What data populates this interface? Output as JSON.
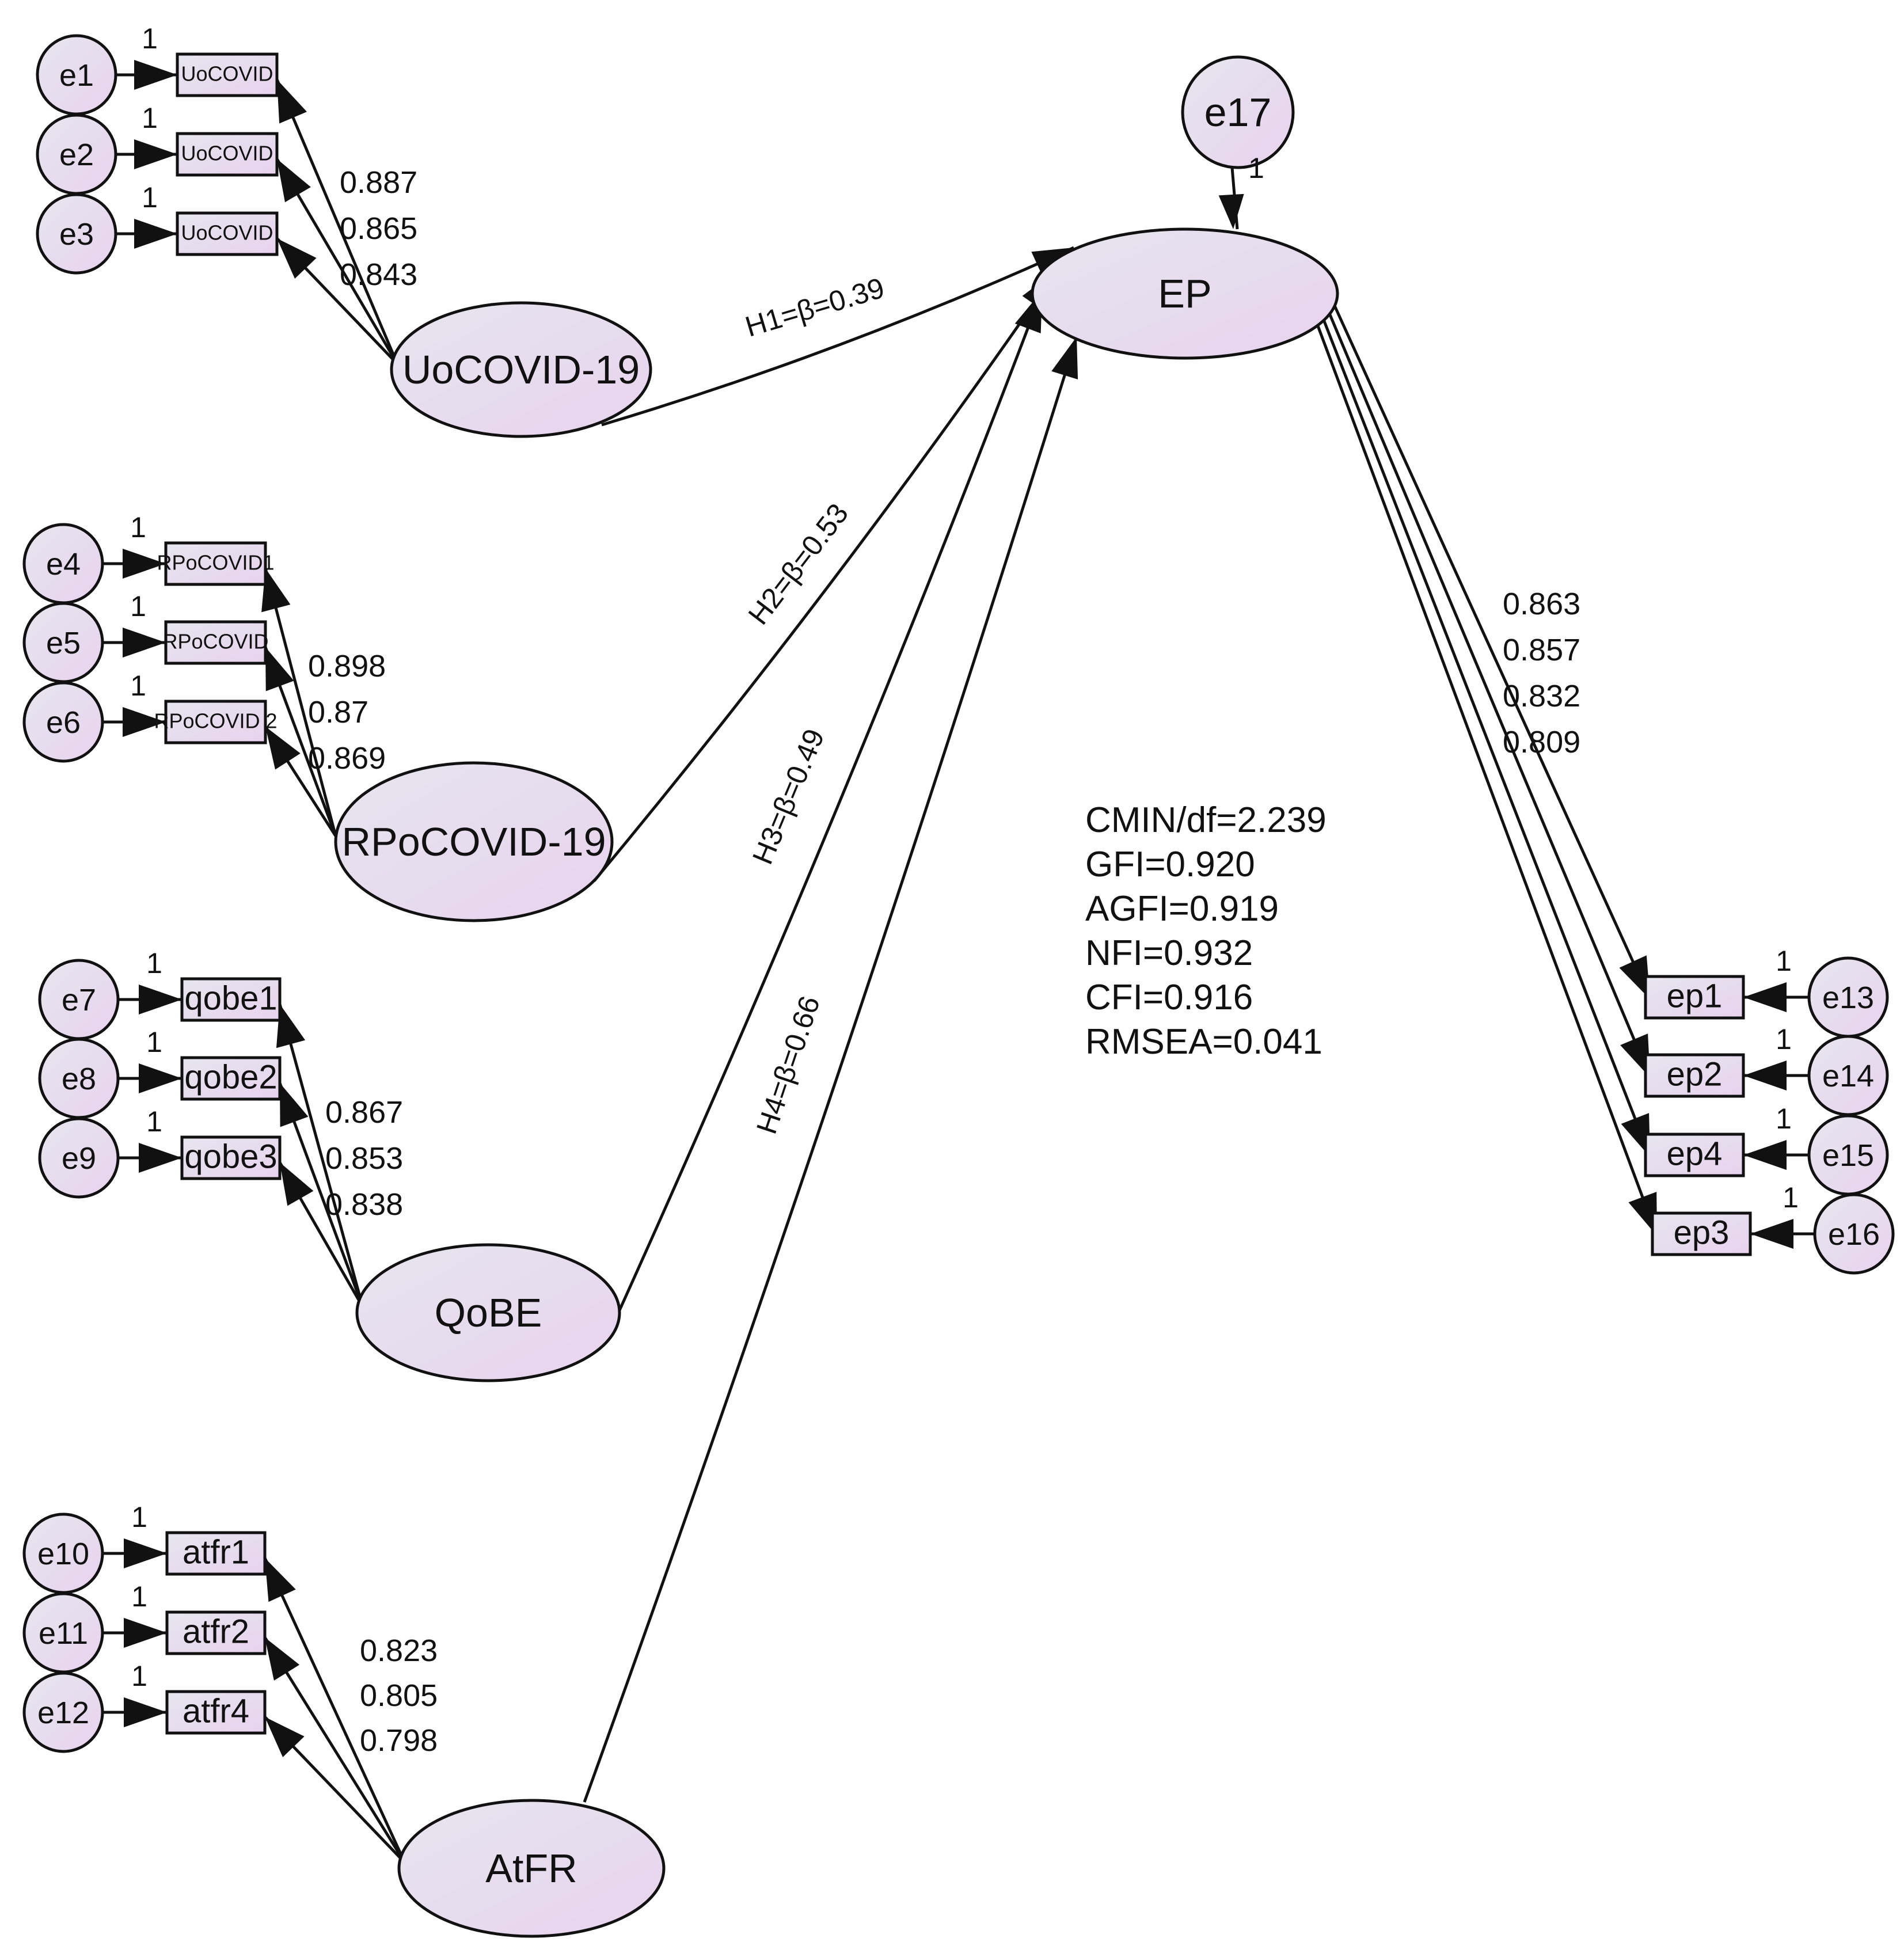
{
  "colors": {
    "node_fill_start": "#e6e6ee",
    "node_fill_end": "#e8d2ee",
    "stroke": "#111111",
    "background": "#ffffff"
  },
  "diagram": {
    "latents": [
      {
        "id": "uo",
        "label": "UoCOVID-19"
      },
      {
        "id": "rp",
        "label": "RPoCOVID-19"
      },
      {
        "id": "qo",
        "label": "QoBE"
      },
      {
        "id": "at",
        "label": "AtFR"
      },
      {
        "id": "ep",
        "label": "EP"
      }
    ],
    "indicators": [
      {
        "id": "i1",
        "label": "UoCOVID",
        "latent": "uo",
        "error": "e1",
        "fixed": "1"
      },
      {
        "id": "i2",
        "label": "UoCOVID",
        "latent": "uo",
        "error": "e2",
        "fixed": "1"
      },
      {
        "id": "i3",
        "label": "UoCOVID",
        "latent": "uo",
        "error": "e3",
        "fixed": "1"
      },
      {
        "id": "i4",
        "label": "RPoCOVID1",
        "latent": "rp",
        "error": "e4",
        "fixed": "1"
      },
      {
        "id": "i5",
        "label": "RPoCOVID",
        "latent": "rp",
        "error": "e5",
        "fixed": "1"
      },
      {
        "id": "i6",
        "label": "RPoCOVID 2",
        "latent": "rp",
        "error": "e6",
        "fixed": "1"
      },
      {
        "id": "i7",
        "label": "qobe1",
        "latent": "qo",
        "error": "e7",
        "fixed": "1"
      },
      {
        "id": "i8",
        "label": "qobe2",
        "latent": "qo",
        "error": "e8",
        "fixed": "1"
      },
      {
        "id": "i9",
        "label": "qobe3",
        "latent": "qo",
        "error": "e9",
        "fixed": "1"
      },
      {
        "id": "i10",
        "label": "atfr1",
        "latent": "at",
        "error": "e10",
        "fixed": "1"
      },
      {
        "id": "i11",
        "label": "atfr2",
        "latent": "at",
        "error": "e11",
        "fixed": "1"
      },
      {
        "id": "i12",
        "label": "atfr4",
        "latent": "at",
        "error": "e12",
        "fixed": "1"
      },
      {
        "id": "i13",
        "label": "ep1",
        "latent": "ep",
        "error": "e13",
        "fixed": "1"
      },
      {
        "id": "i14",
        "label": "ep2",
        "latent": "ep",
        "error": "e14",
        "fixed": "1"
      },
      {
        "id": "i15",
        "label": "ep4",
        "latent": "ep",
        "error": "e15",
        "fixed": "1"
      },
      {
        "id": "i16",
        "label": "ep3",
        "latent": "ep",
        "error": "e16",
        "fixed": "1"
      }
    ],
    "disturbance": {
      "label": "e17",
      "fixed": "1"
    },
    "loadings": {
      "uo": [
        "0.887",
        "0.865",
        "0.843"
      ],
      "rp": [
        "0.898",
        "0.87",
        "0.869"
      ],
      "qo": [
        "0.867",
        "0.853",
        "0.838"
      ],
      "at": [
        "0.823",
        "0.805",
        "0.798"
      ],
      "ep": [
        "0.863",
        "0.857",
        "0.832",
        "0.809"
      ]
    },
    "paths": [
      {
        "from": "uo",
        "label": "H1=β=0.39"
      },
      {
        "from": "rp",
        "label": "H2=β=0.53"
      },
      {
        "from": "qo",
        "label": "H3=β=0.49"
      },
      {
        "from": "at",
        "label": "H4=β=0.66"
      }
    ],
    "fit_indices": [
      "CMIN/df=2.239",
      "GFI=0.920",
      "AGFI=0.919",
      "NFI=0.932",
      "CFI=0.916",
      "RMSEA=0.041"
    ]
  }
}
